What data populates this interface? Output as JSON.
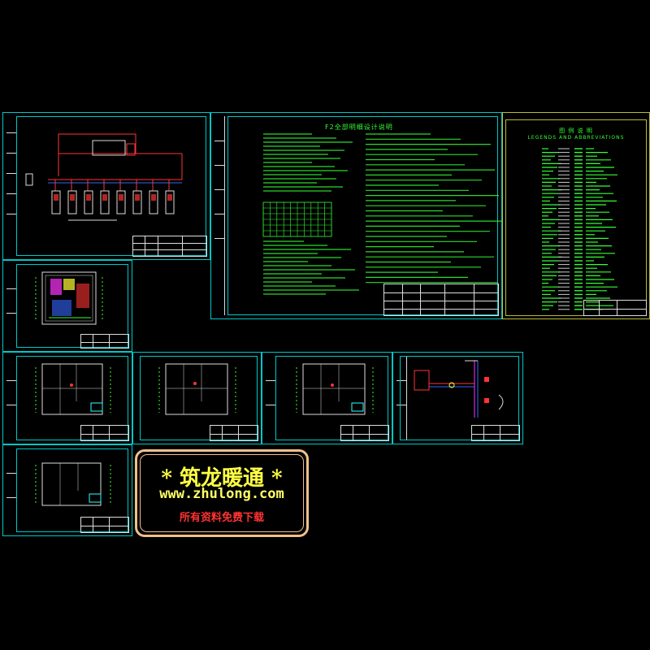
{
  "colors": {
    "background": "#000000",
    "frame": "#00c8c8",
    "text_green": "#33ff33",
    "logo_border": "#f3c089",
    "logo_text": "#ffff44",
    "logo_sub": "#ff3333"
  },
  "notes_sheet": {
    "title": "F2全部明细设计说明"
  },
  "legend_sheet": {
    "title_cn": "图 例 说 明",
    "title_en": "LEGENDS  AND  ABBREVIATIONS"
  },
  "watermark": {
    "main": "* 筑龙暖通 *",
    "url": "www.zhulong.com",
    "sub": "所有资料免费下载"
  }
}
